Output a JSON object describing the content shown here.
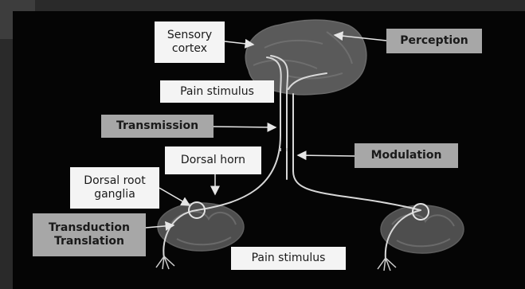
{
  "labels": {
    "sensory_cortex": "Sensory\ncortex",
    "perception": "Perception",
    "pain_stimulus_top": "Pain stimulus",
    "transmission": "Transmission",
    "modulation": "Modulation",
    "dorsal_horn": "Dorsal horn",
    "dorsal_root_ganglia": "Dorsal root\nganglia",
    "transduction_translation": "Transduction\nTranslation",
    "pain_stimulus_bottom": "Pain stimulus"
  },
  "colors": {
    "background": "#050505",
    "frame": "#2a2a2a",
    "tissue": "#4a4a4a",
    "pathway": "#d8d8d8",
    "label_light": "#f4f4f4",
    "label_dark": "#a7a7a7"
  }
}
